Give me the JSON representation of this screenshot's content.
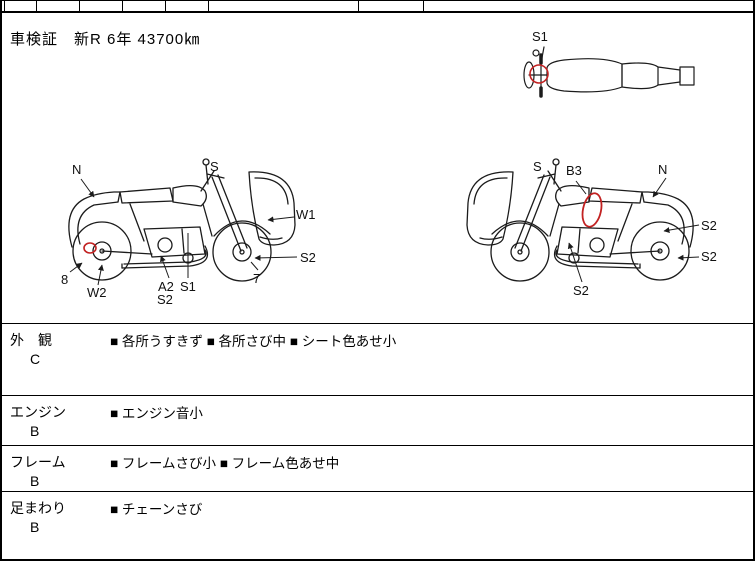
{
  "page": {
    "vehicle_info": "車検証　新R 6年 43700㎞"
  },
  "diagram_labels": {
    "top_view": {
      "s1": "S1"
    },
    "left_view": {
      "n": "N",
      "s": "S",
      "w1": "W1",
      "s2_front": "S2",
      "seven": "7",
      "a2": "A2",
      "s1": "S1",
      "s2_under": "S2",
      "eight": "8",
      "w2": "W2"
    },
    "right_view": {
      "s": "S",
      "b3": "B3",
      "n": "N",
      "s2_upper": "S2",
      "s2_lower": "S2",
      "s2_bottom": "S2"
    }
  },
  "inspection": {
    "rows": [
      {
        "category": "外　観",
        "grade": "C",
        "comments": "■ 各所うすきず ■ 各所さび中 ■ シート色あせ小"
      },
      {
        "category": "エンジン",
        "grade": "B",
        "comments": "■ エンジン音小"
      },
      {
        "category": "フレーム",
        "grade": "B",
        "comments": "■ フレームさび小 ■ フレーム色あせ中"
      },
      {
        "category": "足まわり",
        "grade": "B",
        "comments": "■ チェーンさび"
      }
    ]
  },
  "colors": {
    "mark_red": "#c22222",
    "line_black": "#1b1b1b"
  }
}
